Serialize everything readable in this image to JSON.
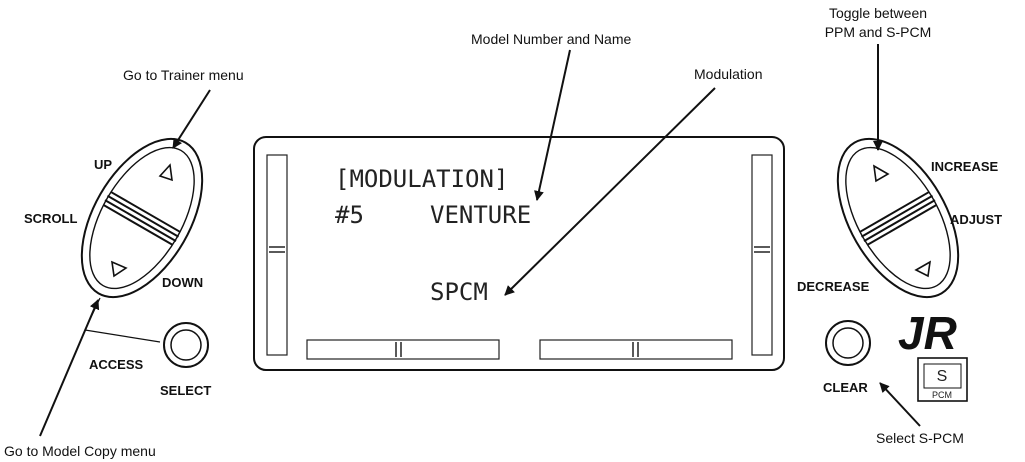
{
  "callouts": {
    "trainer": "Go to Trainer menu",
    "model_name": "Model Number and Name",
    "modulation": "Modulation",
    "toggle_line1": "Toggle between",
    "toggle_line2": "PPM and S-PCM",
    "model_copy": "Go to Model Copy menu",
    "select_spcm": "Select S-PCM"
  },
  "left_controls": {
    "up": "UP",
    "scroll": "SCROLL",
    "down": "DOWN",
    "access": "ACCESS",
    "select": "SELECT"
  },
  "right_controls": {
    "increase": "INCREASE",
    "adjust": "ADJUST",
    "decrease": "DECREASE",
    "clear": "CLEAR"
  },
  "lcd": {
    "title": "[MODULATION]",
    "model_number": "#5",
    "model_name": "VENTURE",
    "modulation_value": "SPCM"
  },
  "logo": {
    "brand": "JR",
    "badge_letter": "S",
    "badge_sub": "PCM"
  }
}
